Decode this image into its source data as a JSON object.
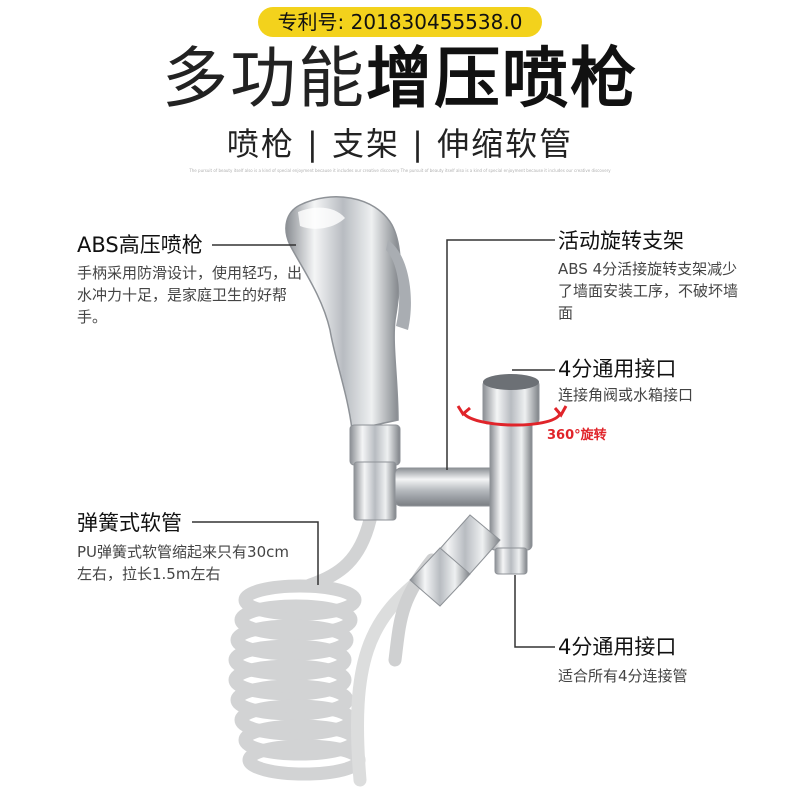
{
  "patent": "专利号: 201830455538.0",
  "title": {
    "light": "多功能",
    "bold": "增压喷枪"
  },
  "subtitle": "喷枪 | 支架 | 伸缩软管",
  "fine_print": "The pursuit of beauty itself also is a kind of special enjoyment because it includes our creative discovery The pursuit of beauty itself also is a kind of special enjoyment because it includes our creative discovery",
  "callouts": {
    "gun": {
      "title": "ABS高压喷枪",
      "desc": "手柄采用防滑设计，使用轻巧，出水冲力十足，是家庭卫生的好帮手。"
    },
    "bracket": {
      "title": "活动旋转支架",
      "desc": "ABS 4分活接旋转支架减少了墙面安装工序，不破坏墙面"
    },
    "port_top": {
      "title": "4分通用接口",
      "desc": "连接角阀或水箱接口"
    },
    "rotation": "360°旋转",
    "hose": {
      "title": "弹簧式软管",
      "desc": "PU弹簧式软管缩起来只有30cm左右，拉长1.5m左右"
    },
    "port_bottom": {
      "title": "4分通用接口",
      "desc": "适合所有4分连接管"
    }
  },
  "colors": {
    "accent_yellow": "#f3d21c",
    "rotation_red": "#e0242a",
    "chrome": "#c9ccd0",
    "hose": "#d9dadb"
  },
  "icons": [
    "spray-gun-illustration",
    "t-valve-bracket-illustration",
    "coiled-hose-illustration",
    "rotation-arrow-icon"
  ]
}
